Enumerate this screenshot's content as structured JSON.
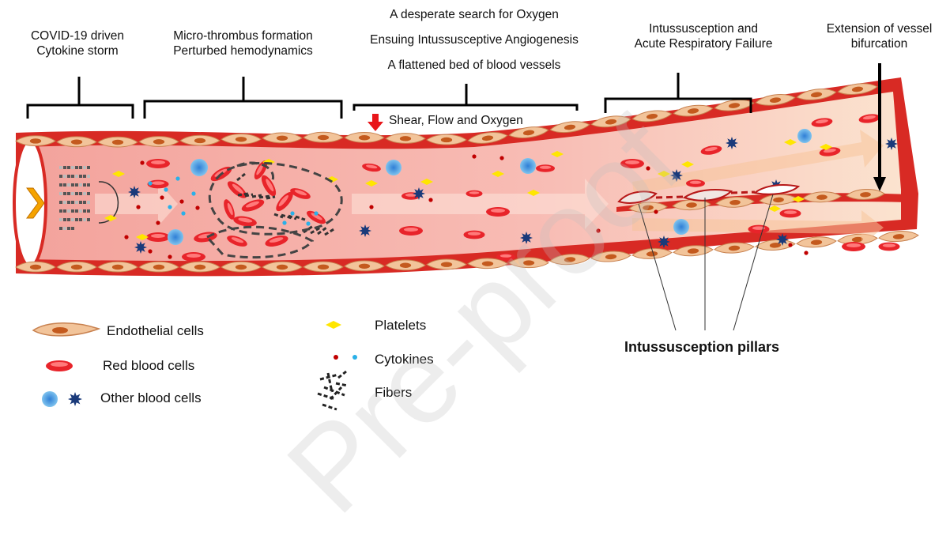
{
  "stage_labels": {
    "covid_line1": "COVID-19 driven",
    "covid_line2": "Cytokine storm",
    "micro_line1": "Micro-thrombus formation",
    "micro_line2": "Perturbed hemodynamics",
    "search_line1": "A desperate search for Oxygen",
    "search_line2": "Ensuing Intussusceptive  Angiogenesis",
    "search_line3": "A flattened bed of blood vessels",
    "intus_line1": "Intussusception and",
    "intus_line2": "Acute Respiratory Failure",
    "ext_line1": "Extension of vessel",
    "ext_line2": "bifurcation"
  },
  "shear_label": "Shear, Flow and Oxygen",
  "pillars_label": "Intussusception pillars",
  "legend": {
    "endothelial": "Endothelial cells",
    "rbc": "Red blood cells",
    "other": "Other blood cells",
    "platelets": "Platelets",
    "cytokines": "Cytokines",
    "fibers": "Fibers"
  },
  "watermark": "Pre-proof",
  "colors": {
    "vessel_wall": "#d42020",
    "lumen": "#f7b3ad",
    "endothelial": "#f2c49a",
    "rbc": "#e8242a",
    "other_cell": "#1a3a7a",
    "platelet": "#ffe600",
    "cytokine_red": "#c00000",
    "cytokine_blue": "#2ab0e8"
  }
}
